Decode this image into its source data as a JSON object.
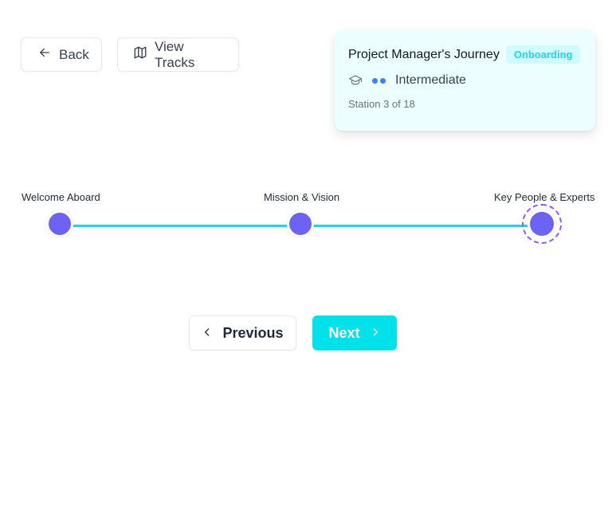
{
  "header": {
    "back_label": "Back",
    "view_tracks_label": "View Tracks"
  },
  "info_card": {
    "title": "Project Manager's Journey",
    "badge": "Onboarding",
    "level": "Intermediate",
    "level_dots": 2,
    "station_text": "Station 3 of 18"
  },
  "timeline": {
    "stations": [
      {
        "label": "Welcome Aboard",
        "state": "completed"
      },
      {
        "label": "Mission & Vision",
        "state": "completed"
      },
      {
        "label": "Key People & Experts",
        "state": "current"
      }
    ]
  },
  "navigation": {
    "previous_label": "Previous",
    "next_label": "Next"
  },
  "colors": {
    "accent": "#00e1ea",
    "node": "#6c63f5",
    "line": "#22d3ee",
    "card_bg": "#ecfeff",
    "badge_text": "#22d3ee",
    "level_dot": "#3b82f6"
  },
  "icons": {
    "back": "arrow-left-icon",
    "tracks": "map-icon",
    "level": "graduation-cap-icon",
    "previous": "chevron-left-icon",
    "next": "chevron-right-icon"
  }
}
